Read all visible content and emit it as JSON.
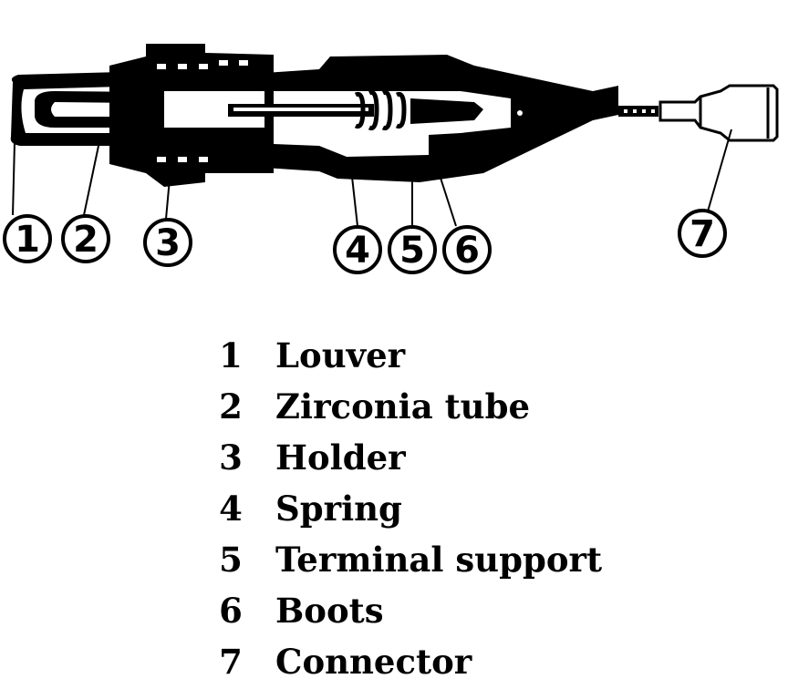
{
  "callouts": [
    "1",
    "2",
    "3",
    "4",
    "5",
    "6",
    "7"
  ],
  "legend": [
    {
      "num": "1",
      "label": "Louver"
    },
    {
      "num": "2",
      "label": "Zirconia tube"
    },
    {
      "num": "3",
      "label": "Holder"
    },
    {
      "num": "4",
      "label": "Spring"
    },
    {
      "num": "5",
      "label": "Terminal support"
    },
    {
      "num": "6",
      "label": "Boots"
    },
    {
      "num": "7",
      "label": "Connector"
    }
  ]
}
